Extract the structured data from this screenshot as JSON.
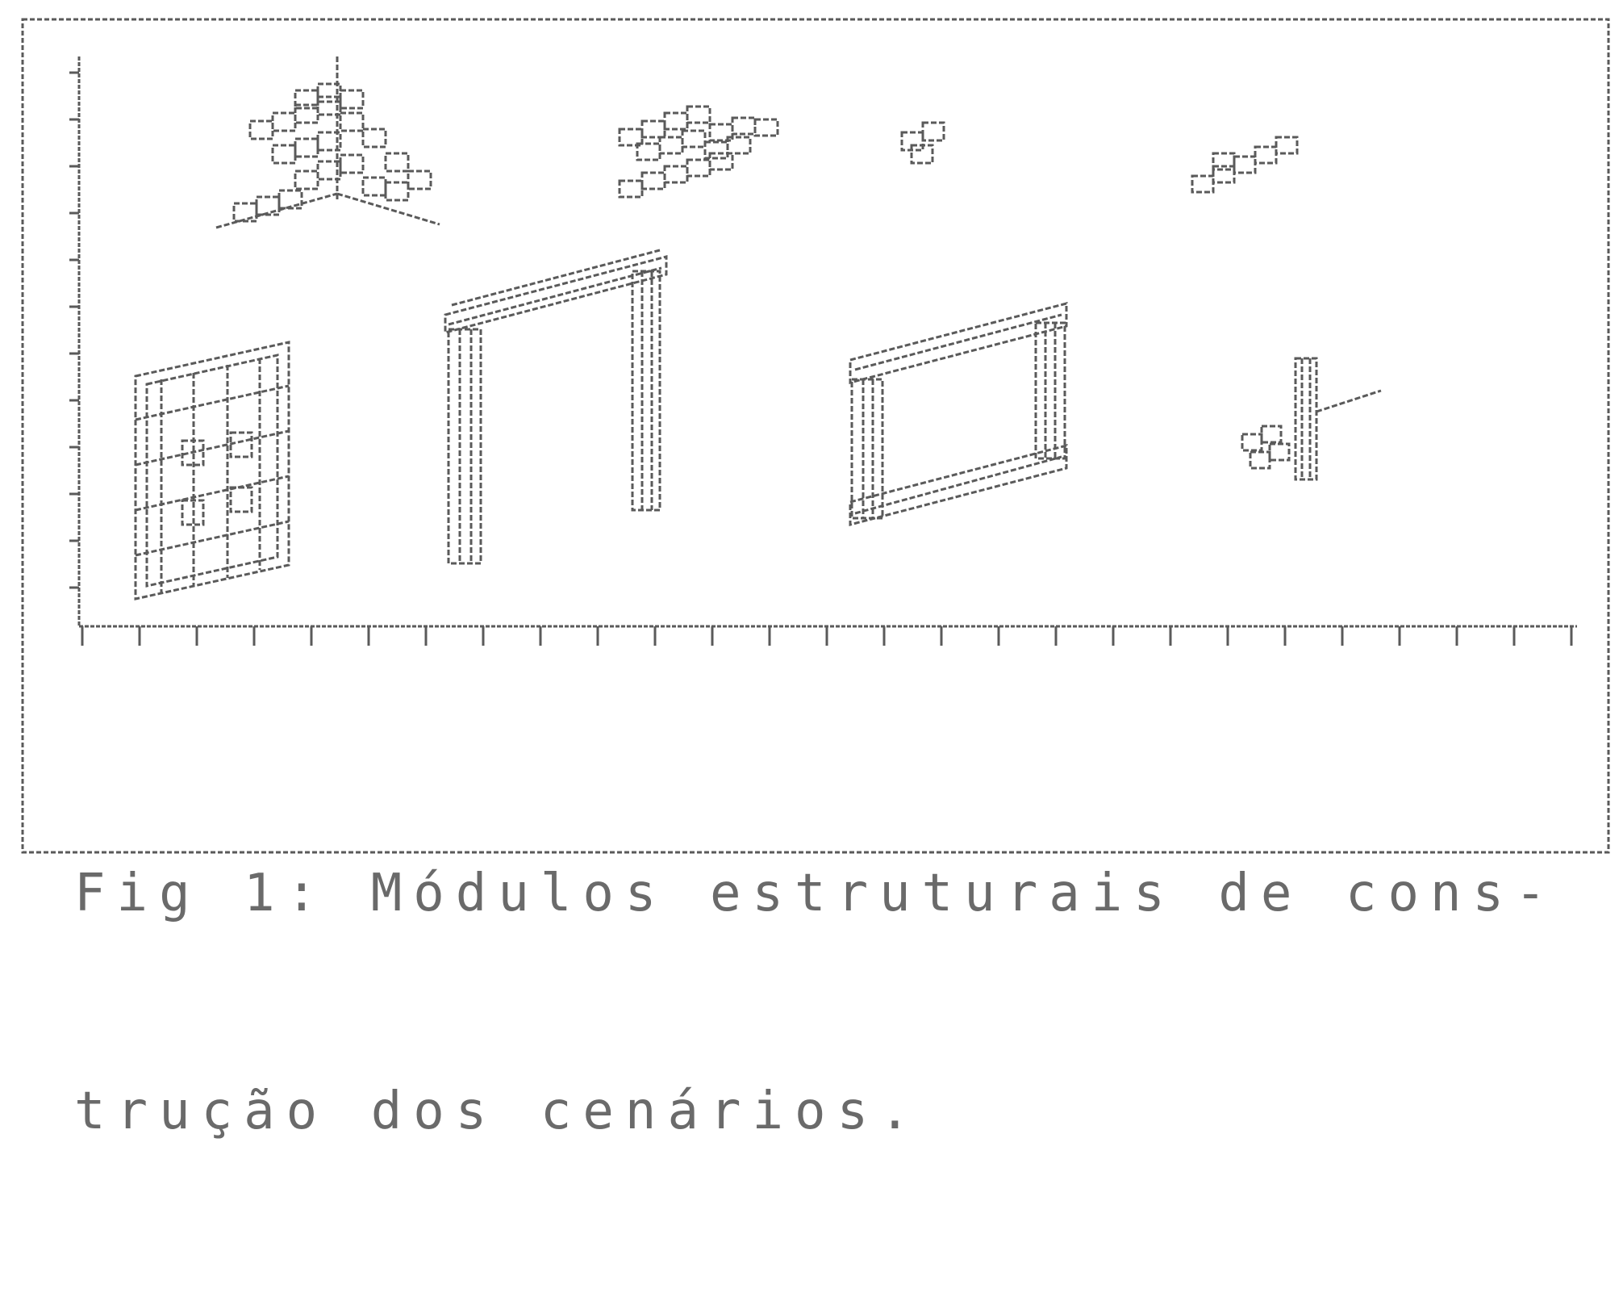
{
  "figure": {
    "caption_line1": "Fig 1: Módulos estruturais de cons-",
    "caption_line2": "trução dos cenários."
  },
  "colors": {
    "ink": "#5a5a5a",
    "paper": "#ffffff"
  },
  "modules": [
    {
      "name": "cross-pyramid-module"
    },
    {
      "name": "brick-slab-module"
    },
    {
      "name": "small-brick-module"
    },
    {
      "name": "thin-slab-module"
    },
    {
      "name": "brick-wall-module"
    },
    {
      "name": "door-frame-module"
    },
    {
      "name": "window-frame-module"
    },
    {
      "name": "post-with-brick-module"
    }
  ]
}
